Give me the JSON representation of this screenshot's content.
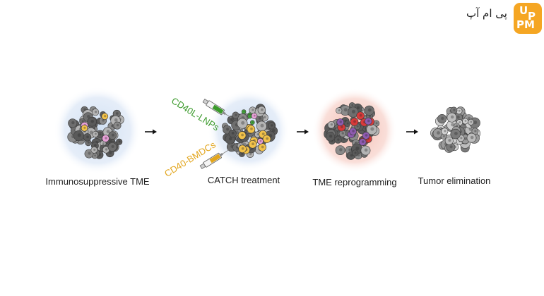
{
  "logo": {
    "text": "پی ام آپ",
    "badge_u": "U",
    "badge_p": "P",
    "badge_pm": "PM",
    "color": "#f5a623"
  },
  "stages": {
    "immunosuppressive": "Immunosuppressive TME",
    "catch": "CATCH treatment",
    "reprogramming": "TME reprogramming",
    "elimination": "Tumor elimination"
  },
  "injections": {
    "lnp": {
      "label": "CD40L-LNPs",
      "color": "#3a9a2a"
    },
    "bmdc": {
      "label": "CD40-BMDCs",
      "color": "#e2a51c"
    }
  },
  "colors": {
    "cell_dark": "#5a5a5a",
    "cell_mid": "#8a8a8a",
    "cell_light": "#b4b4b4",
    "halo_blue": "#d6e4f5",
    "halo_red": "#f6c9c2",
    "pink_cell": "#e8a0d8",
    "yellow_cell": "#f2c24a",
    "red_cell": "#d83a3a",
    "purple_cell": "#8e5bb0",
    "green_cell": "#44a43a"
  }
}
